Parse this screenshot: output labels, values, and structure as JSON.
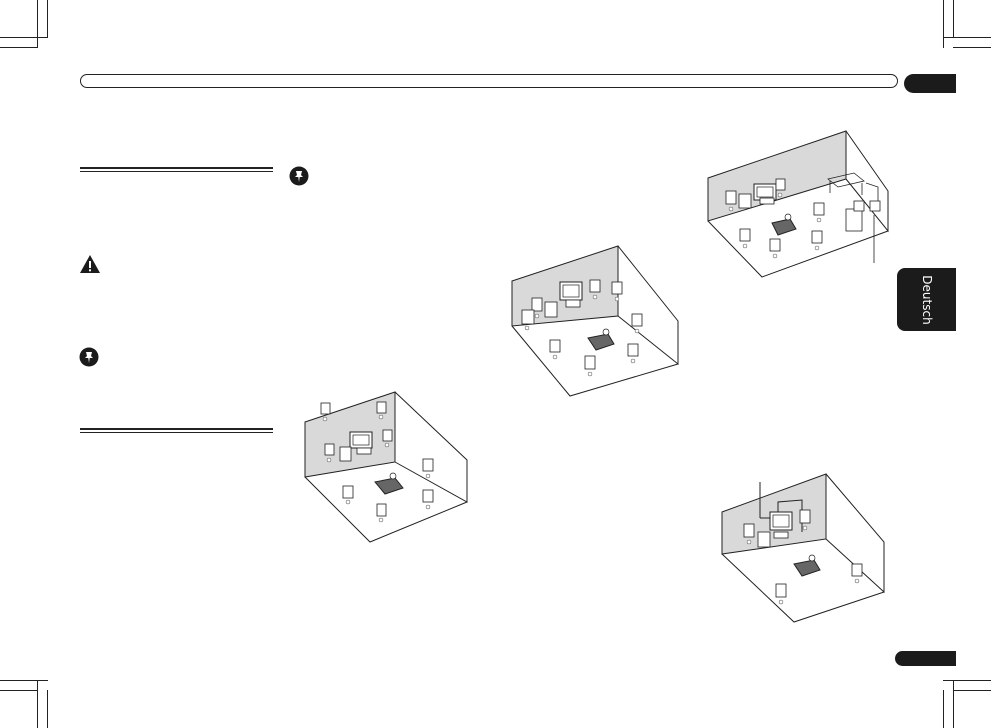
{
  "header": {
    "bar_label": "",
    "chapter_tab_label": ""
  },
  "sidebar": {
    "language_tab_label": "Deutsch"
  },
  "footer": {
    "page_tab_label": ""
  },
  "icons": {
    "warning": "warning-triangle-icon",
    "important": "important-pin-icon"
  },
  "figures": [
    {
      "name": "speaker-layout-figure-1"
    },
    {
      "name": "speaker-layout-figure-2"
    },
    {
      "name": "speaker-layout-figure-3"
    },
    {
      "name": "speaker-layout-figure-4"
    }
  ]
}
